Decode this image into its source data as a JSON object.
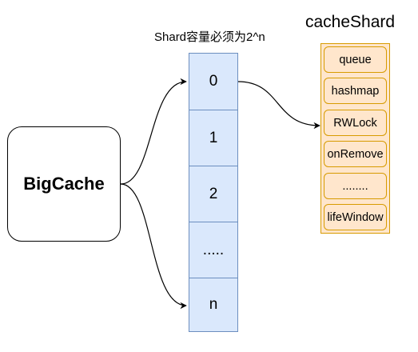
{
  "big_cache": {
    "label": "BigCache"
  },
  "shards": {
    "title": "Shard容量必须为2^n",
    "cells": [
      "0",
      "1",
      "2",
      ".....",
      "n"
    ]
  },
  "cache_shard": {
    "title": "cacheShard",
    "fields": [
      "queue",
      "hashmap",
      "RWLock",
      "onRemove",
      "........",
      "lifeWindow"
    ]
  },
  "colors": {
    "shard_fill": "#dae8fc",
    "shard_stroke": "#6c8ebf",
    "cache_shard_fill": "#ffe6cc",
    "cache_shard_stroke": "#d79b00"
  }
}
